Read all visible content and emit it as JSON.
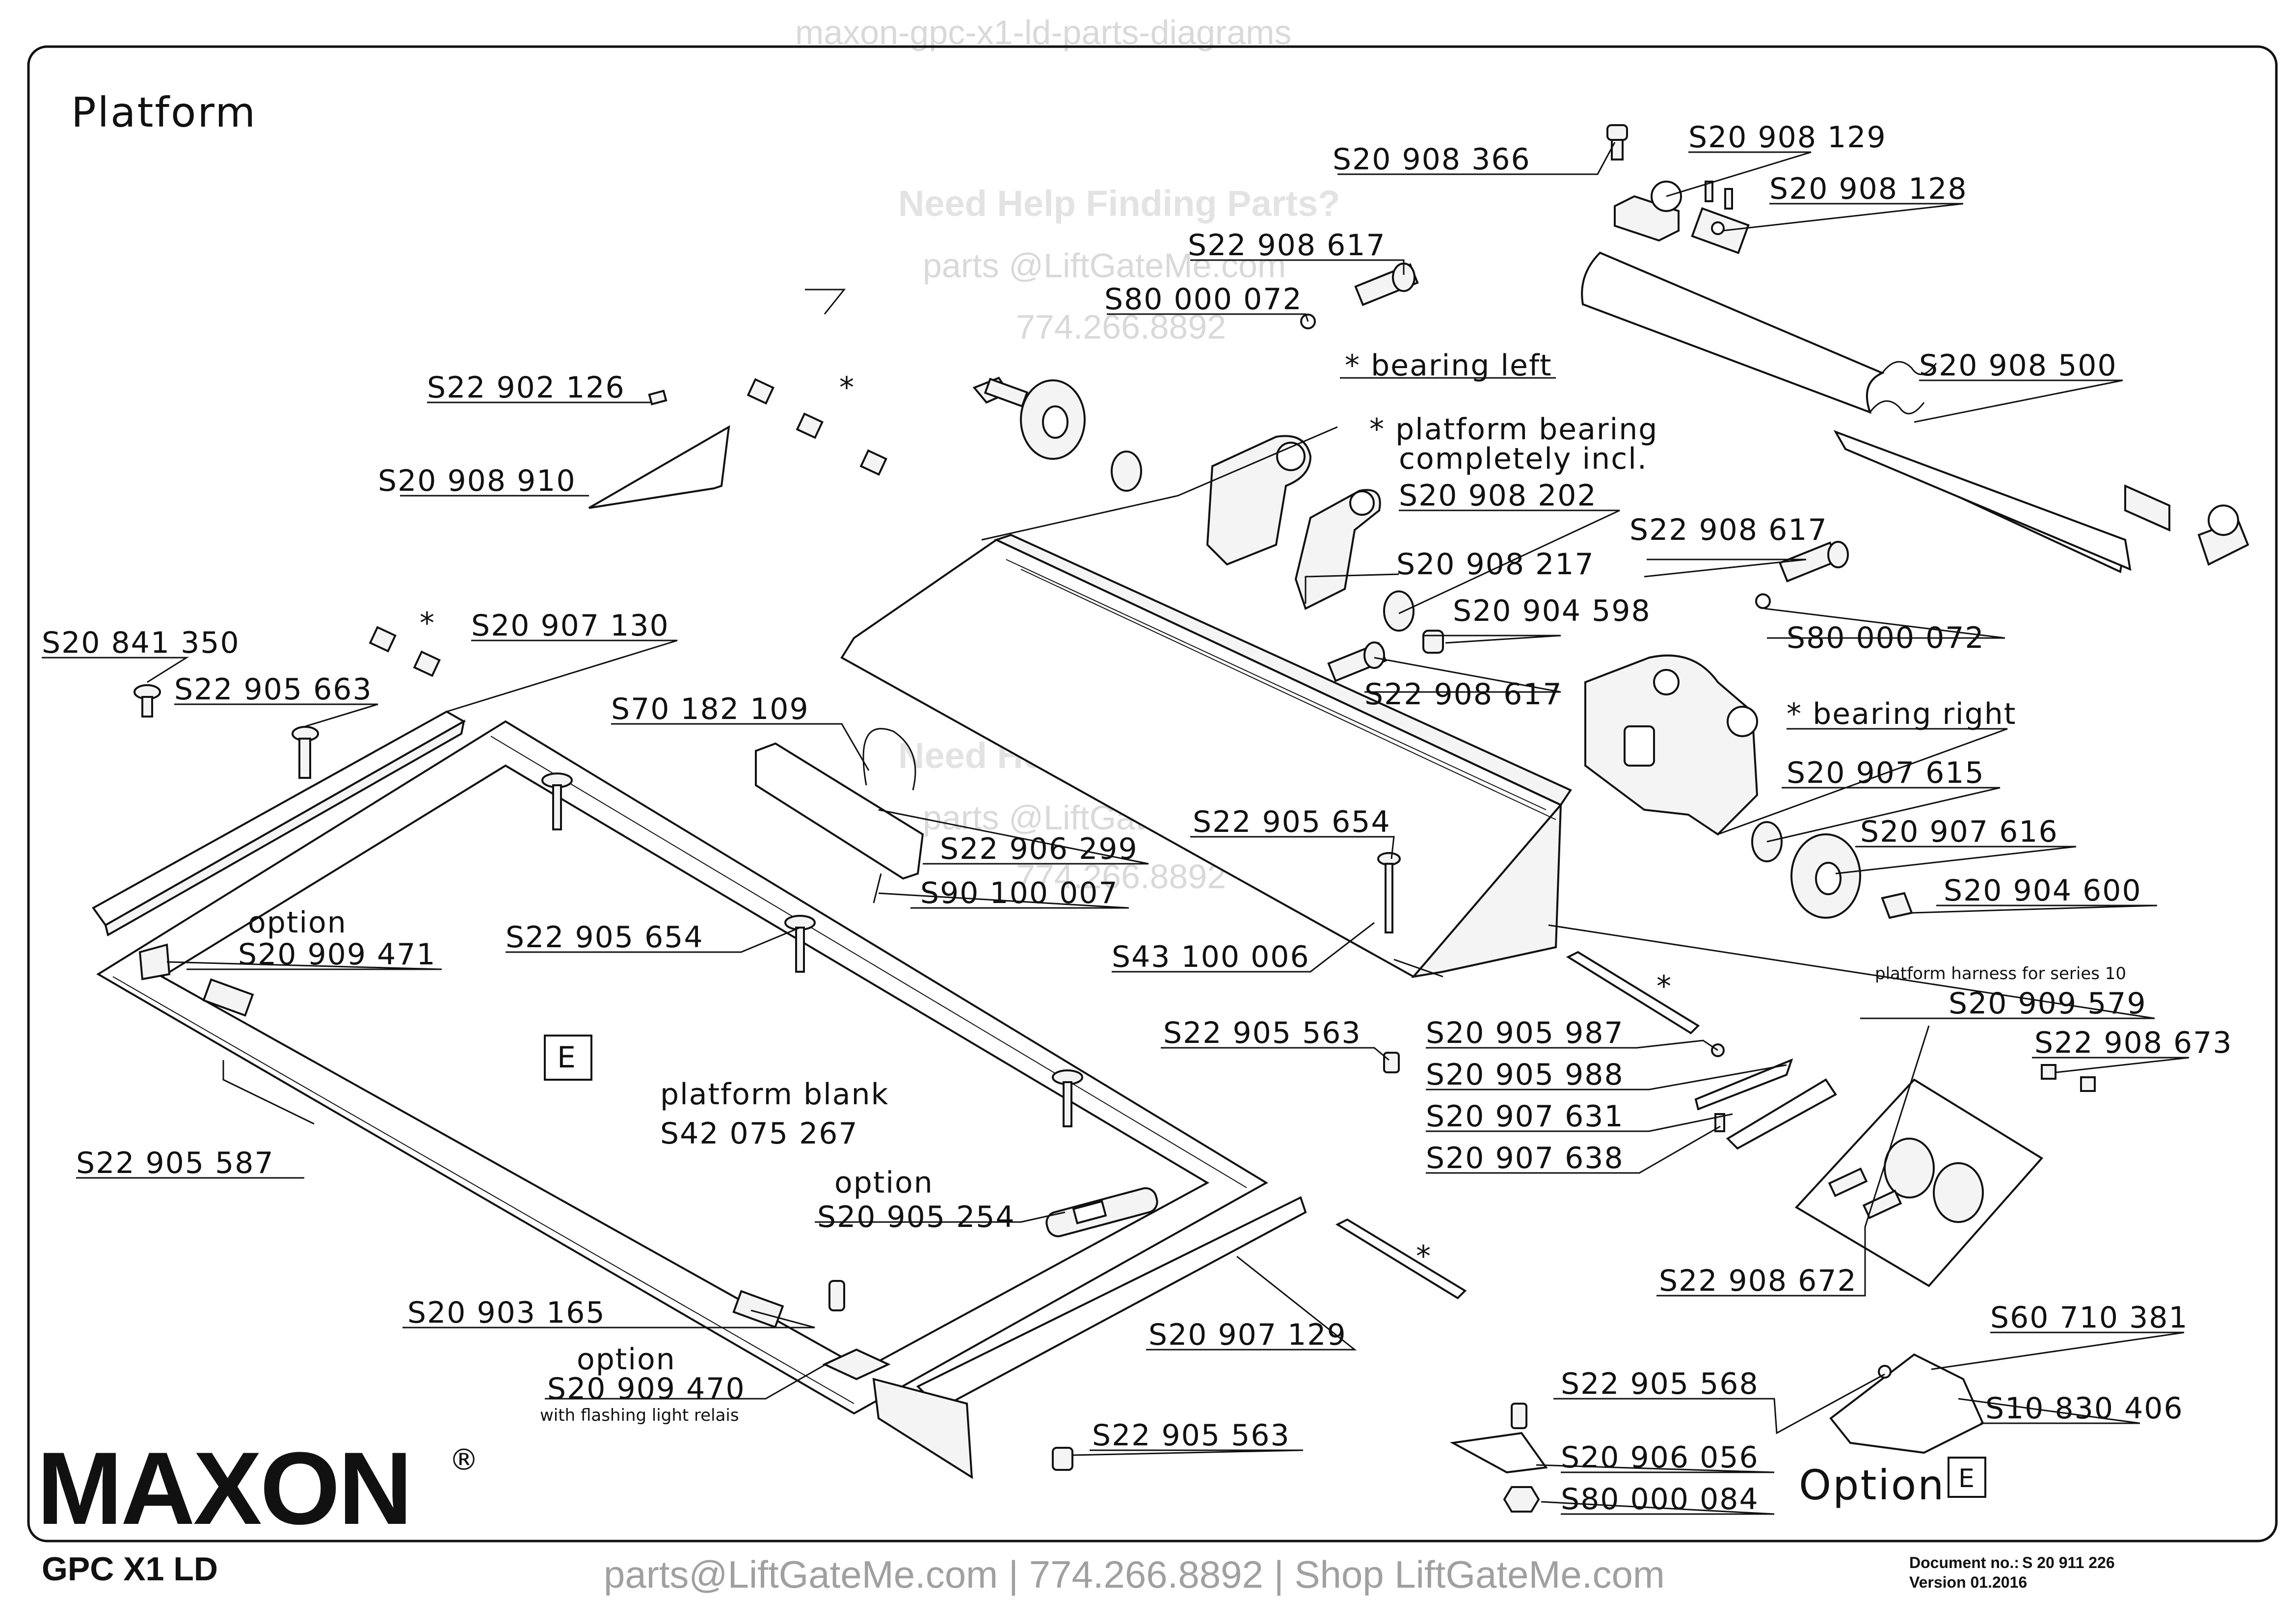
{
  "header": {
    "title": "Platform",
    "watermark_top": "maxon-gpc-x1-ld-parts-diagrams"
  },
  "watermarks": {
    "help": "Need Help Finding Parts?",
    "email": "parts @LiftGateMe.com",
    "phone": "774.266.8892"
  },
  "callouts": [
    {
      "id": "c1",
      "text": "S20 908 366"
    },
    {
      "id": "c2",
      "text": "S20 908 129"
    },
    {
      "id": "c3",
      "text": "S20 908 128"
    },
    {
      "id": "c4",
      "text": "S22 908 617"
    },
    {
      "id": "c5",
      "text": "S80 000 072"
    },
    {
      "id": "c6",
      "text": "S22 902 126"
    },
    {
      "id": "c7",
      "text": "S20 908 910"
    },
    {
      "id": "c8",
      "text": "S20 908 500"
    },
    {
      "id": "c9",
      "text": "* bearing left"
    },
    {
      "id": "c10",
      "text": "* platform bearing"
    },
    {
      "id": "c11",
      "text": "completely incl."
    },
    {
      "id": "c12",
      "text": "S20 908 202"
    },
    {
      "id": "c13",
      "text": "S22 908 617"
    },
    {
      "id": "c14",
      "text": "S20 908 217"
    },
    {
      "id": "c15",
      "text": "S20 904 598"
    },
    {
      "id": "c16",
      "text": "S80 000 072"
    },
    {
      "id": "c17",
      "text": "S20 841 350"
    },
    {
      "id": "c18",
      "text": "S20 907 130"
    },
    {
      "id": "c19",
      "text": "S22 905 663"
    },
    {
      "id": "c20",
      "text": "S22 908 617"
    },
    {
      "id": "c21",
      "text": "S70 182 109"
    },
    {
      "id": "c22",
      "text": "* bearing right"
    },
    {
      "id": "c23",
      "text": "S20 907 615"
    },
    {
      "id": "c24",
      "text": "S22 905 654"
    },
    {
      "id": "c25",
      "text": "S22 906 299"
    },
    {
      "id": "c26",
      "text": "S20 907 616"
    },
    {
      "id": "c27",
      "text": "S90 100 007"
    },
    {
      "id": "c28",
      "text": "S20 904 600"
    },
    {
      "id": "c29",
      "text": "option"
    },
    {
      "id": "c30",
      "text": "S20 909 471"
    },
    {
      "id": "c31",
      "text": "S22 905 654"
    },
    {
      "id": "c32",
      "text": "S43 100 006"
    },
    {
      "id": "c33",
      "text": "platform harness for series 10"
    },
    {
      "id": "c34",
      "text": "S20 909 579"
    },
    {
      "id": "c35",
      "text": "S22 905 563"
    },
    {
      "id": "c36",
      "text": "S20 905 987"
    },
    {
      "id": "c37",
      "text": "S22 908 673"
    },
    {
      "id": "c38",
      "text": "S20 905 988"
    },
    {
      "id": "c39",
      "text": "platform blank"
    },
    {
      "id": "c40",
      "text": "S20 907 631"
    },
    {
      "id": "c41",
      "text": "S42 075 267"
    },
    {
      "id": "c42",
      "text": "S22 905 587"
    },
    {
      "id": "c43",
      "text": "S20 907 638"
    },
    {
      "id": "c44",
      "text": "option"
    },
    {
      "id": "c45",
      "text": "S20 905 254"
    },
    {
      "id": "c46",
      "text": "S22 908 672"
    },
    {
      "id": "c47",
      "text": "S20 903 165"
    },
    {
      "id": "c48",
      "text": "S60 710 381"
    },
    {
      "id": "c49",
      "text": "S20 907 129"
    },
    {
      "id": "c50",
      "text": "option"
    },
    {
      "id": "c51",
      "text": "S20 909 470"
    },
    {
      "id": "c52",
      "text": "with flashing light relais"
    },
    {
      "id": "c53",
      "text": "S22 905 568"
    },
    {
      "id": "c54",
      "text": "S10 830 406"
    },
    {
      "id": "c55",
      "text": "S22 905 563"
    },
    {
      "id": "c56",
      "text": "S20 906 056"
    },
    {
      "id": "c57",
      "text": "Option"
    },
    {
      "id": "c58",
      "text": "S80 000 084"
    }
  ],
  "markers": {
    "star": "*",
    "box_e": "E"
  },
  "brand": {
    "logo_text": "MAXON",
    "registered": "®",
    "model": "GPC X1 LD"
  },
  "footer": {
    "contact": "parts@LiftGateMe.com | 774.266.8892 | Shop LiftGateMe.com",
    "document_label": "Document no.:",
    "document_no": "S 20 911 226",
    "version": "Version 01.2016"
  }
}
